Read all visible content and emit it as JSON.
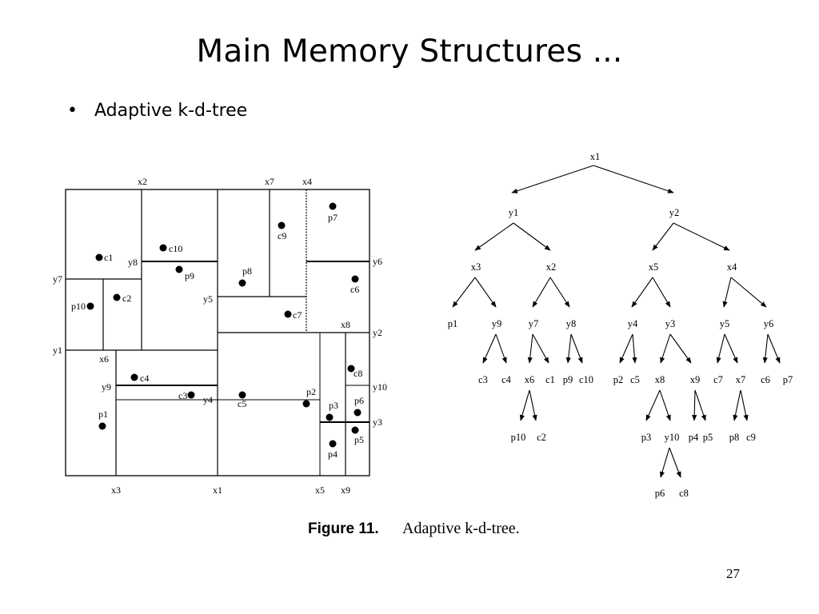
{
  "slide": {
    "title": "Main Memory Structures ...",
    "bullet_marker": "•",
    "bullet": "Adaptive k-d-tree",
    "page_number": "27"
  },
  "figure": {
    "caption_bold": "Figure 11.",
    "caption_text": "Adaptive k-d-tree."
  },
  "partition": {
    "top_labels": [
      "x2",
      "x7",
      "x4"
    ],
    "bottom_labels": [
      "x3",
      "x1",
      "x5",
      "x9"
    ],
    "left_labels": [
      "y7",
      "y1"
    ],
    "right_labels": [
      "y6",
      "y2",
      "y10",
      "y3"
    ],
    "inner_labels": [
      "y8",
      "y5",
      "x8",
      "x6",
      "y9",
      "y4"
    ],
    "points": [
      "c1",
      "c10",
      "p9",
      "c2",
      "p10",
      "p8",
      "c9",
      "p7",
      "c7",
      "c6",
      "c4",
      "c3",
      "p1",
      "c5",
      "p2",
      "p3",
      "c8",
      "p6",
      "p4",
      "p5"
    ]
  },
  "tree": {
    "root": "x1",
    "level1": [
      "y1",
      "y2"
    ],
    "level2": [
      "x3",
      "x2",
      "x5",
      "x4"
    ],
    "level3": [
      "p1",
      "y9",
      "y7",
      "y8",
      "y4",
      "y3",
      "y5",
      "y6"
    ],
    "level4": [
      "c3",
      "c4",
      "x6",
      "c1",
      "p9",
      "c10",
      "p2",
      "c5",
      "x8",
      "x9",
      "c7",
      "x7",
      "c6",
      "p7"
    ],
    "level5": [
      "p10",
      "c2",
      "p3",
      "y10",
      "p4",
      "p5",
      "p8",
      "c9"
    ],
    "level6": [
      "p6",
      "c8"
    ]
  }
}
